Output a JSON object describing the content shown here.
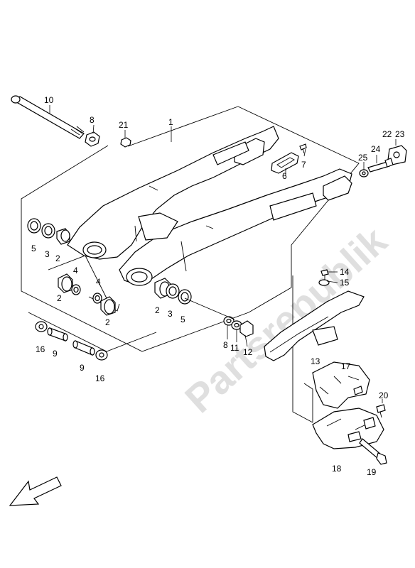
{
  "watermark": "Partsrepublik",
  "callouts": {
    "c1": "1",
    "c2a": "2",
    "c2b": "2",
    "c2c": "2",
    "c2d": "2",
    "c3a": "3",
    "c3b": "3",
    "c4a": "4",
    "c4b": "4",
    "c5a": "5",
    "c5b": "5",
    "c6": "6",
    "c7": "7",
    "c8a": "8",
    "c8b": "8",
    "c9a": "9",
    "c9b": "9",
    "c10": "10",
    "c11": "11",
    "c12": "12",
    "c13": "13",
    "c14": "14",
    "c15": "15",
    "c16a": "16",
    "c16b": "16",
    "c17": "17",
    "c18": "18",
    "c19": "19",
    "c20": "20",
    "c21": "21",
    "c22": "22",
    "c23": "23",
    "c24": "24",
    "c25": "25"
  },
  "icons": {
    "direction": "front-direction-arrow-icon"
  }
}
